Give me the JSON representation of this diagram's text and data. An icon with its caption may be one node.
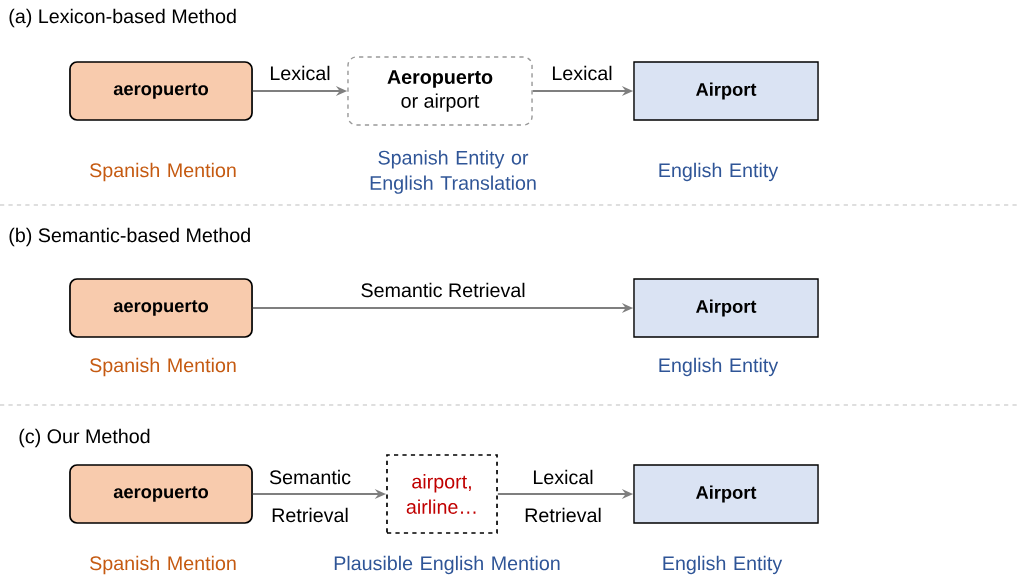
{
  "diagram": {
    "nodes": [
      {
        "text": [
          "aeropuerto"
        ],
        "beside": [
          "Spanish Mention"
        ]
      },
      {
        "text": [
          "Aeropuerto",
          "or airport"
        ],
        "beside": [
          "Spanish Entity or English Translation"
        ]
      },
      {
        "text": [
          "Airport"
        ],
        "beside": [
          "English Entity"
        ]
      },
      {
        "text": [
          "aeropuerto"
        ],
        "beside": [
          "Spanish Mention"
        ]
      },
      {
        "text": [
          "Airport"
        ],
        "beside": [
          "English Entity"
        ]
      },
      {
        "text": [
          "aeropuerto"
        ],
        "beside": [
          "Spanish Mention"
        ]
      },
      {
        "text": [
          "airport, airline…"
        ],
        "beside": [
          "Plausible English Mention"
        ]
      },
      {
        "text": [
          "Airport"
        ],
        "beside": [
          "English Entity"
        ]
      }
    ],
    "edges": [
      {
        "from": 0,
        "to": 1,
        "arrow": "to",
        "label": "Lexical"
      },
      {
        "from": 1,
        "to": 2,
        "arrow": "to",
        "label": "Lexical"
      },
      {
        "from": 3,
        "to": 4,
        "arrow": "to",
        "label": "Semantic Retrieval"
      },
      {
        "from": 5,
        "to": 6,
        "arrow": "to",
        "label": "Semantic Retrieval"
      },
      {
        "from": 6,
        "to": 7,
        "arrow": "to",
        "label": "Lexical Retrieval"
      }
    ],
    "labels": [
      "(a) Lexicon-based Method",
      "(b) Semantic-based Method",
      "(c) Our Method"
    ]
  }
}
